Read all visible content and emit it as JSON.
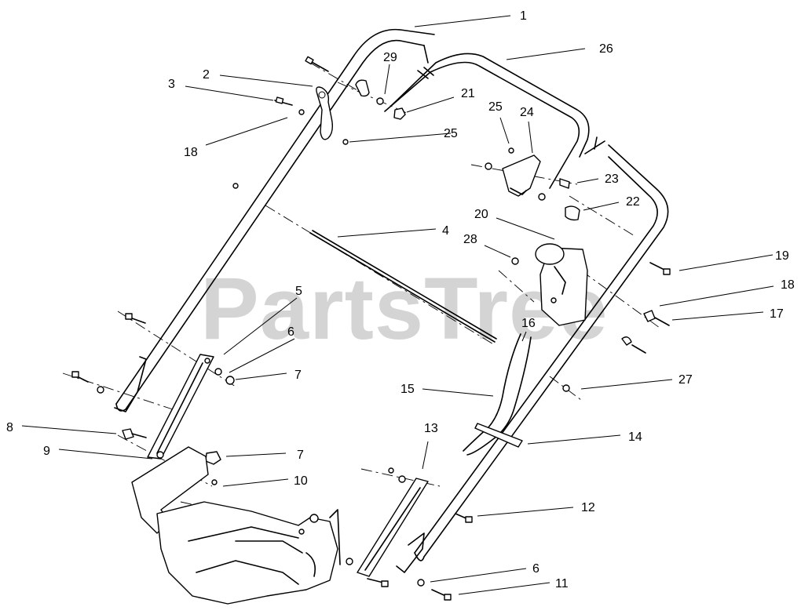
{
  "watermark": "PartsTree",
  "callouts": [
    {
      "id": "c1",
      "label": "1"
    },
    {
      "id": "c2",
      "label": "2"
    },
    {
      "id": "c3",
      "label": "3"
    },
    {
      "id": "c4",
      "label": "4"
    },
    {
      "id": "c5",
      "label": "5"
    },
    {
      "id": "c6a",
      "label": "6"
    },
    {
      "id": "c6b",
      "label": "6"
    },
    {
      "id": "c7a",
      "label": "7"
    },
    {
      "id": "c7b",
      "label": "7"
    },
    {
      "id": "c8",
      "label": "8"
    },
    {
      "id": "c9",
      "label": "9"
    },
    {
      "id": "c10",
      "label": "10"
    },
    {
      "id": "c11",
      "label": "11"
    },
    {
      "id": "c12",
      "label": "12"
    },
    {
      "id": "c13",
      "label": "13"
    },
    {
      "id": "c14",
      "label": "14"
    },
    {
      "id": "c15",
      "label": "15"
    },
    {
      "id": "c16",
      "label": "16"
    },
    {
      "id": "c17",
      "label": "17"
    },
    {
      "id": "c18a",
      "label": "18"
    },
    {
      "id": "c18b",
      "label": "18"
    },
    {
      "id": "c19",
      "label": "19"
    },
    {
      "id": "c20",
      "label": "20"
    },
    {
      "id": "c21",
      "label": "21"
    },
    {
      "id": "c22",
      "label": "22"
    },
    {
      "id": "c23",
      "label": "23"
    },
    {
      "id": "c24",
      "label": "24"
    },
    {
      "id": "c25a",
      "label": "25"
    },
    {
      "id": "c25b",
      "label": "25"
    },
    {
      "id": "c26",
      "label": "26"
    },
    {
      "id": "c27",
      "label": "27"
    },
    {
      "id": "c28",
      "label": "28"
    },
    {
      "id": "c29",
      "label": "29"
    }
  ]
}
